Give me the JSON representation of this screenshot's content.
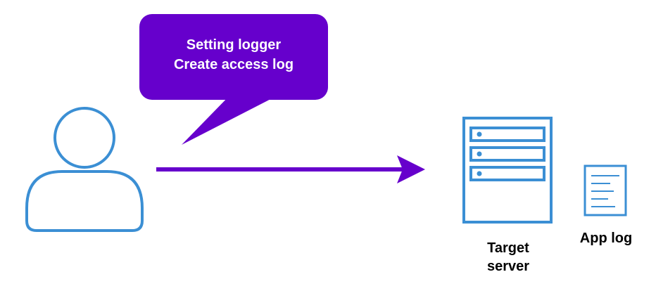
{
  "colors": {
    "bubble_fill": "#6600cc",
    "arrow": "#6600cc",
    "icon_stroke": "#3b8fd4",
    "icon_fill": "#ffffff",
    "text_on_bubble": "#ffffff",
    "label_text": "#000000"
  },
  "speech_bubble": {
    "line1": "Setting logger",
    "line2": "Create access log"
  },
  "nodes": {
    "user": {
      "icon": "user-icon"
    },
    "server": {
      "icon": "server-icon",
      "label_line1": "Target",
      "label_line2": "server"
    },
    "app_log": {
      "icon": "document-icon",
      "label": "App log"
    }
  },
  "edges": [
    {
      "from": "user",
      "to": "server",
      "style": "arrow"
    }
  ]
}
